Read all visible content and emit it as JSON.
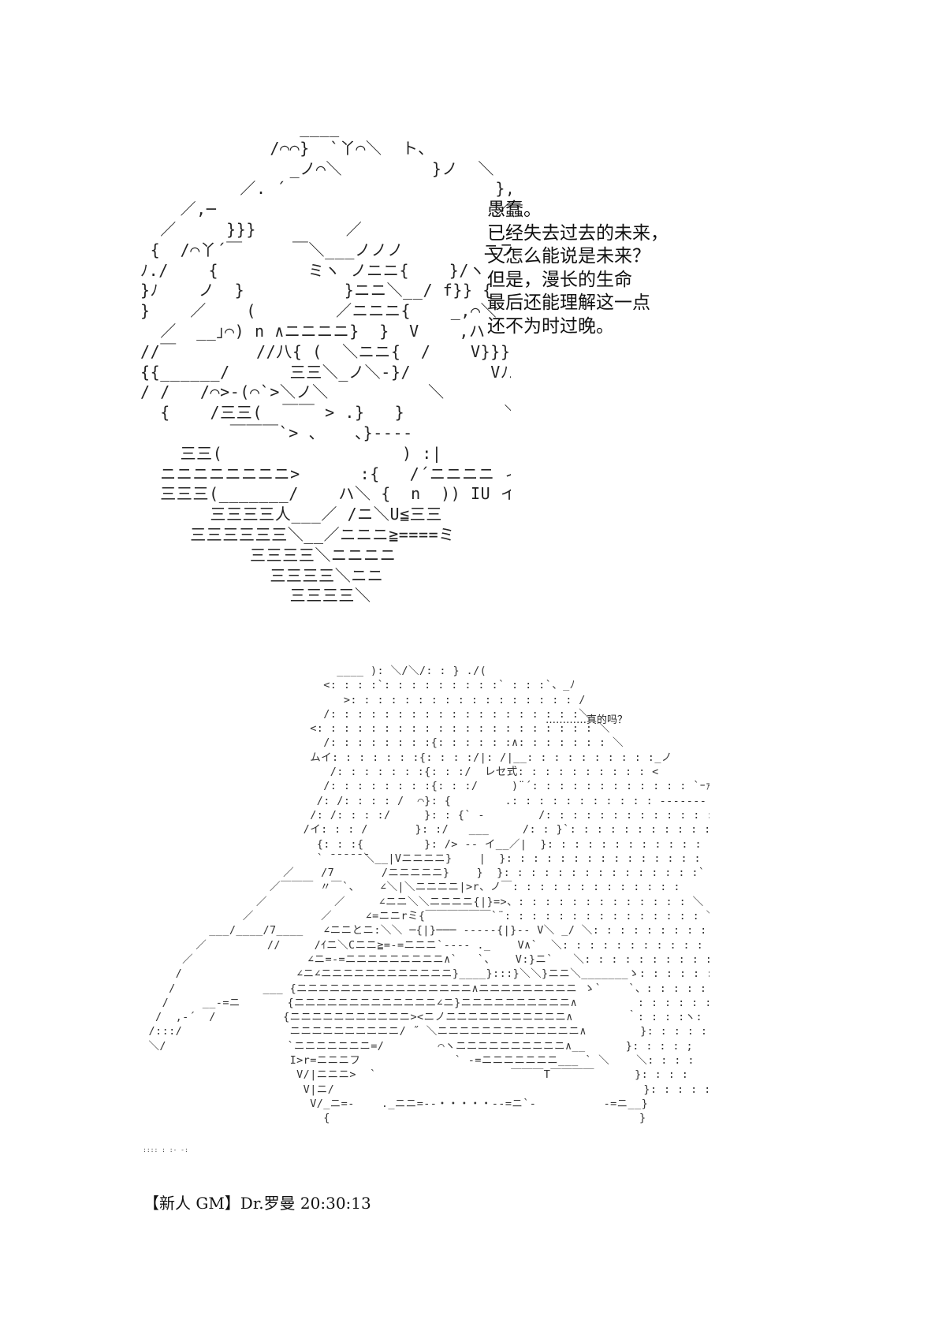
{
  "caption": {
    "lines": [
      "愚蠢。",
      "已经失去过去的未来，",
      "又怎么能说是未来？",
      "但是，漫长的生命",
      "最后还能理解这一点",
      "还不为时过晚。"
    ]
  },
  "bubble": {
    "text": "…………真的吗？"
  },
  "footer": {
    "text": "【新人 GM】Dr.罗曼 20:30:13"
  }
}
